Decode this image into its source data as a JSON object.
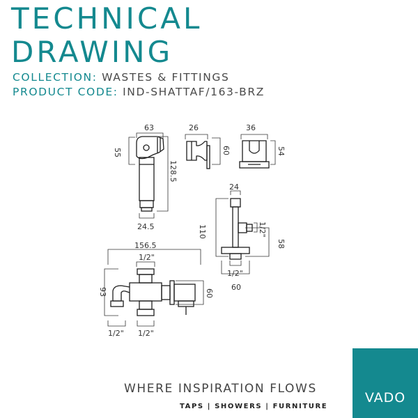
{
  "header": {
    "title_line1": "TECHNICAL",
    "title_line2": "DRAWING",
    "collection_label": "COLLECTION:",
    "collection_value": "WASTES & FITTINGS",
    "product_code_label": "PRODUCT CODE:",
    "product_code_value": "IND-SHATTAF/163-BRZ"
  },
  "dimensions": {
    "handset_width": "63",
    "handset_head_height": "55",
    "handset_length": "128.5",
    "handset_base": "24.5",
    "bracket_side_depth": "26",
    "bracket_side_height": "60",
    "bracket_front_width": "36",
    "bracket_front_height": "54",
    "valve_top_width": "24",
    "valve_height": "110",
    "valve_inlet": "1/2\"",
    "valve_center_height": "58",
    "valve_outlet": "1/2\"",
    "valve_base_width": "60",
    "thermo_width": "156.5",
    "thermo_top_inlet": "1/2\"",
    "thermo_height": "93",
    "thermo_plate": "60",
    "thermo_bottom_left": "1/2\"",
    "thermo_bottom_right": "1/2\""
  },
  "footer": {
    "tagline": "WHERE INSPIRATION FLOWS",
    "subline": "TAPS | SHOWERS | FURNITURE",
    "logo_text": "VADO"
  },
  "colors": {
    "brand": "#14898f",
    "text_dark": "#4a4a4a",
    "line": "#1e1e1e"
  }
}
